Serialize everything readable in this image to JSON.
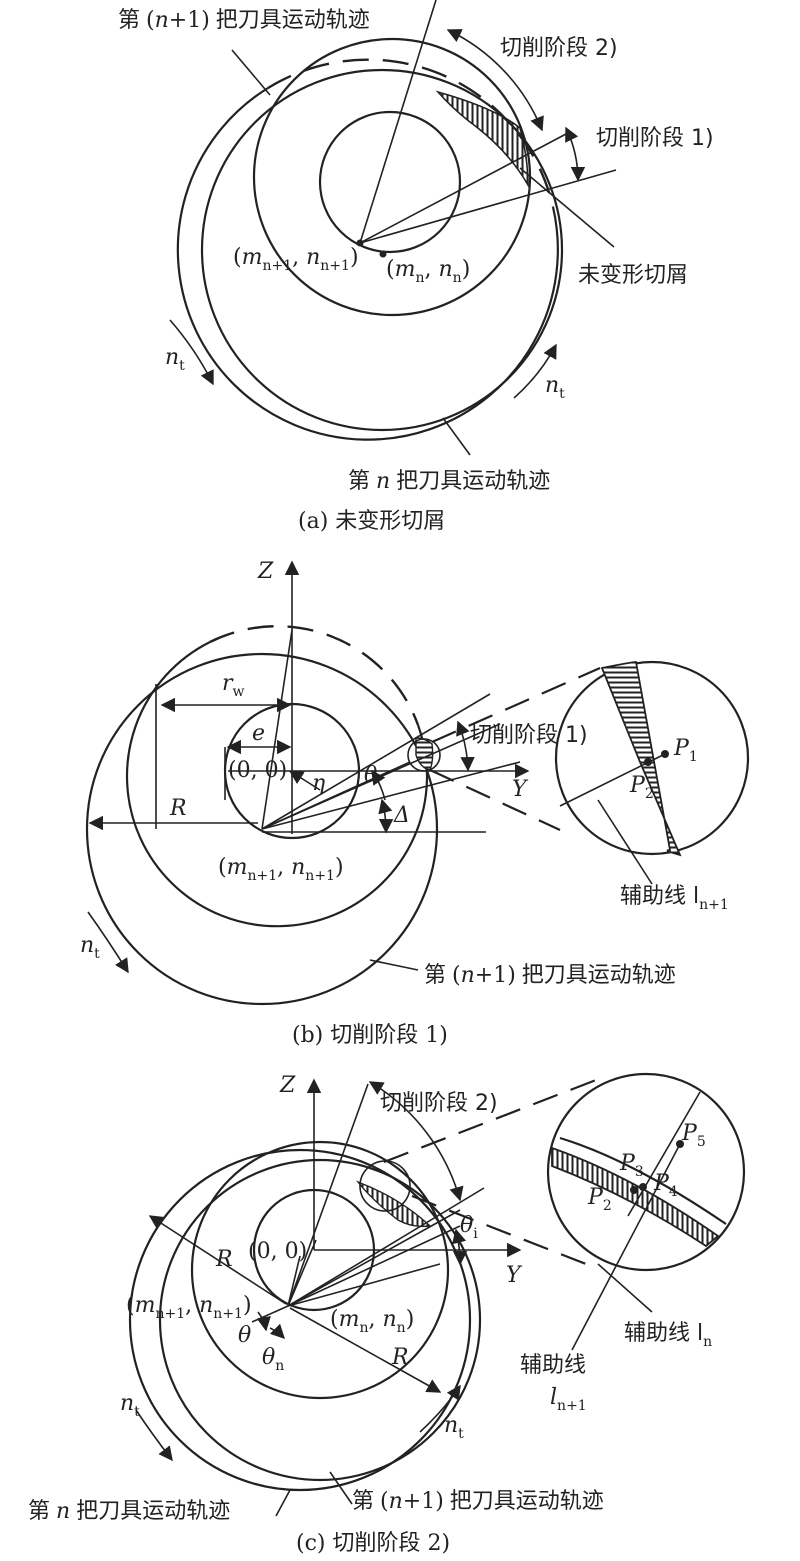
{
  "panel_a": {
    "caption": "(a) 未变形切屑",
    "label_traj_n1_a": "第",
    "label_traj_n1_b": "(n+1)",
    "label_traj_n1_c": "把刀具运动轨迹",
    "label_traj_n_a": "第",
    "label_traj_n_b": "n",
    "label_traj_n_c": "把刀具运动轨迹",
    "stage2": "切削阶段 2)",
    "stage1": "切削阶段 1)",
    "chip": "未变形切屑",
    "pt_n1": "(m",
    "pt_n1_sub": "n+1",
    "pt_n1_mid": ", n",
    "pt_n1_sub2": "n+1",
    "pt_n1_end": ")",
    "pt_n": "(m",
    "pt_n_sub": "n",
    "pt_n_mid": ", n",
    "pt_n_sub2": "n",
    "pt_n_end": ")",
    "nt": "n",
    "nt_sub": "t"
  },
  "panel_b": {
    "caption": "(b) 切削阶段 1)",
    "z": "Z",
    "y": "Y",
    "rw": "r",
    "rw_sub": "w",
    "e": "e",
    "origin": "(0, 0)",
    "R": "R",
    "eta": "η",
    "theta": "θ",
    "delta": "Δ",
    "stage1": "切削阶段 1)",
    "P1": "P",
    "P1_sub": "1",
    "P2": "P",
    "P2_sub": "2",
    "aux": "辅助线 l",
    "aux_sub": "n+1",
    "pt": "(m",
    "pt_sub": "n+1",
    "pt_mid": ", n",
    "pt_sub2": "n+1",
    "pt_end": ")",
    "traj_a": "第",
    "traj_b": "(n+1)",
    "traj_c": "把刀具运动轨迹",
    "nt": "n",
    "nt_sub": "t"
  },
  "panel_c": {
    "caption": "(c) 切削阶段 2)",
    "z": "Z",
    "y": "Y",
    "stage2": "切削阶段 2)",
    "origin": "(0, 0)",
    "R1": "R",
    "R2": "R",
    "thetai": "θ",
    "thetai_sub": "i",
    "theta": "θ",
    "thetan": "θ",
    "thetan_sub": "n",
    "P2": "P",
    "P2_sub": "2",
    "P3": "P",
    "P3_sub": "3",
    "P4": "P",
    "P4_sub": "4",
    "P5": "P",
    "P5_sub": "5",
    "aux_n": "辅助线 l",
    "aux_n_sub": "n",
    "aux_n1": "辅助线",
    "aux_n1_l": "l",
    "aux_n1_sub": "n+1",
    "pt1": "(m",
    "pt1_sub": "n+1",
    "pt1_mid": ", n",
    "pt1_sub2": "n+1",
    "pt1_end": ")",
    "pt2": "(m",
    "pt2_sub": "n",
    "pt2_mid": ", n",
    "pt2_sub2": "n",
    "pt2_end": ")",
    "traj_n_a": "第",
    "traj_n_b": "n",
    "traj_n_c": "把刀具运动轨迹",
    "traj_n1_a": "第",
    "traj_n1_b": "(n+1)",
    "traj_n1_c": "把刀具运动轨迹",
    "nt": "n",
    "nt_sub": "t"
  }
}
